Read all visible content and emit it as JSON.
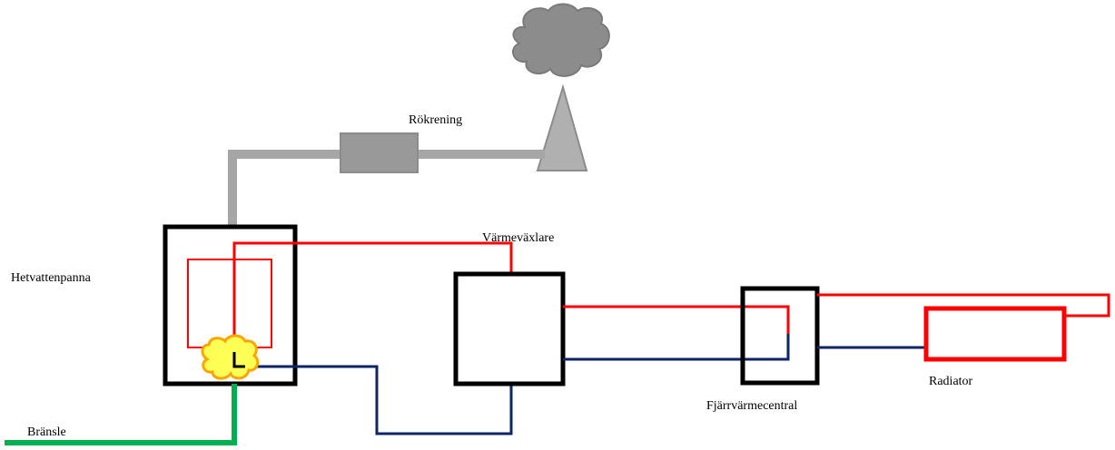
{
  "labels": {
    "flue_gas_cleaning": "Rökrening",
    "boiler": "Hetvattenpanna",
    "heat_exchanger": "Värmeväxlare",
    "substation": "Fjärrvärmecentral",
    "radiator": "Radiator",
    "fuel": "Bränsle"
  },
  "colors": {
    "supply_line": "#ff0000",
    "return_line": "#0f2466",
    "fuel_line": "#00b050",
    "flue_gas": "#a6a6a6",
    "flame_fill": "#ffff55",
    "flame_outline": "#ffa500",
    "equipment": "#000000"
  }
}
